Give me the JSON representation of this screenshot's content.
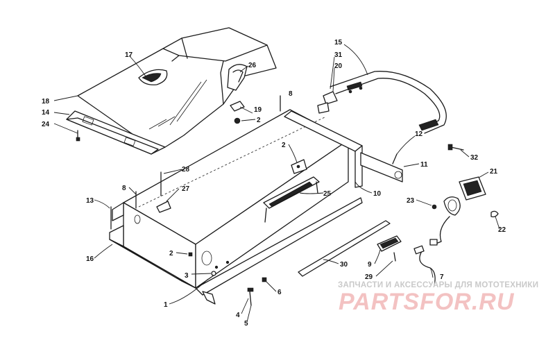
{
  "watermark": {
    "tagline": "ЗАПЧАСТИ И АКСЕССУАРЫ ДЛЯ МОТОТЕХНИКИ",
    "logo": "PARTSFOR.RU"
  },
  "callouts": [
    {
      "id": "c1",
      "text": "1"
    },
    {
      "id": "c2a",
      "text": "2"
    },
    {
      "id": "c2b",
      "text": "2"
    },
    {
      "id": "c2c",
      "text": "2"
    },
    {
      "id": "c3",
      "text": "3"
    },
    {
      "id": "c4",
      "text": "4"
    },
    {
      "id": "c5",
      "text": "5"
    },
    {
      "id": "c6",
      "text": "6"
    },
    {
      "id": "c7",
      "text": "7"
    },
    {
      "id": "c8a",
      "text": "8"
    },
    {
      "id": "c8b",
      "text": "8"
    },
    {
      "id": "c9",
      "text": "9"
    },
    {
      "id": "c10",
      "text": "10"
    },
    {
      "id": "c11",
      "text": "11"
    },
    {
      "id": "c12",
      "text": "12"
    },
    {
      "id": "c13",
      "text": "13"
    },
    {
      "id": "c14",
      "text": "14"
    },
    {
      "id": "c15",
      "text": "15"
    },
    {
      "id": "c16",
      "text": "16"
    },
    {
      "id": "c17",
      "text": "17"
    },
    {
      "id": "c18",
      "text": "18"
    },
    {
      "id": "c19",
      "text": "19"
    },
    {
      "id": "c20",
      "text": "20"
    },
    {
      "id": "c21",
      "text": "21"
    },
    {
      "id": "c22",
      "text": "22"
    },
    {
      "id": "c23",
      "text": "23"
    },
    {
      "id": "c24",
      "text": "24"
    },
    {
      "id": "c25",
      "text": "25"
    },
    {
      "id": "c26",
      "text": "26"
    },
    {
      "id": "c27",
      "text": "27"
    },
    {
      "id": "c28",
      "text": "28"
    },
    {
      "id": "c29",
      "text": "29"
    },
    {
      "id": "c30",
      "text": "30"
    },
    {
      "id": "c31",
      "text": "31"
    },
    {
      "id": "c32",
      "text": "32"
    }
  ]
}
